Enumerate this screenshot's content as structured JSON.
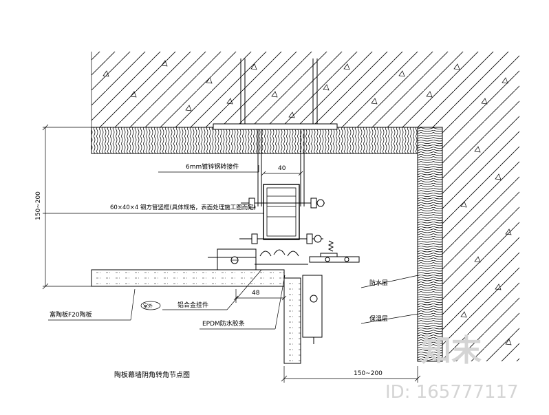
{
  "drawing": {
    "title": "陶板幕墙阴角转角节点图",
    "labels": {
      "steel_plate": "6mm镀锌钢转接件",
      "steel_tube": "60×40×4 钢方管竖框(具体规格，表面处理施工图而定)",
      "panel": "富陶板F20陶板",
      "alloy_piece": "铝合金挂件",
      "epdm": "EPDM防水胶条",
      "waterproof": "防水层",
      "insulation": "保温层",
      "room": "室外"
    },
    "dimensions": {
      "vertical": "150~200",
      "horizontal": "150~200",
      "width_40": "40",
      "width_48": "48"
    }
  },
  "watermark": {
    "brand": "知末",
    "id_text": "ID: 165777117"
  }
}
